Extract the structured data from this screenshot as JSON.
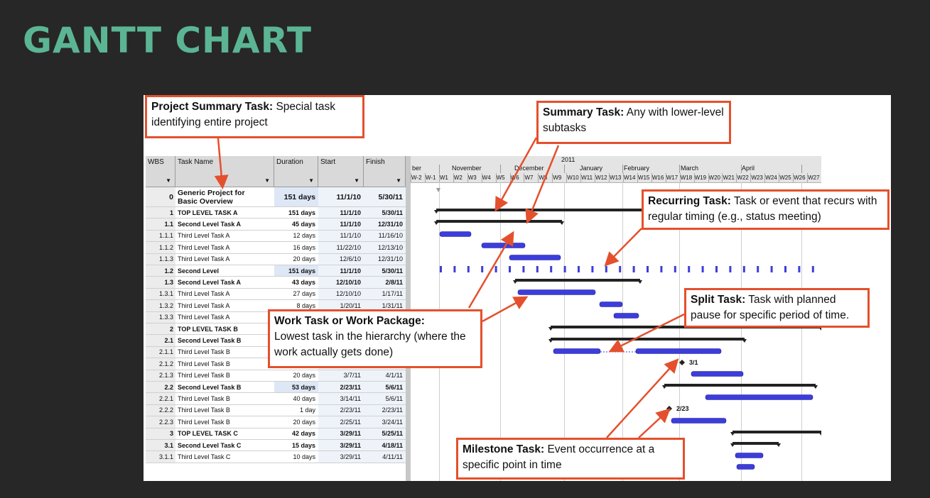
{
  "slide": {
    "title": "GANTT CHART"
  },
  "table": {
    "headers": {
      "wbs": "WBS",
      "name": "Task Name",
      "duration": "Duration",
      "start": "Start",
      "finish": "Finish"
    },
    "rows": [
      {
        "wbs": "0",
        "name": "Generic Project for\nBasic Overview",
        "duration": "151 days",
        "start": "11/1/10",
        "finish": "5/30/11"
      },
      {
        "wbs": "1",
        "name": "TOP LEVEL TASK A",
        "duration": "151 days",
        "start": "11/1/10",
        "finish": "5/30/11"
      },
      {
        "wbs": "1.1",
        "name": "Second Level Task A",
        "duration": "45 days",
        "start": "11/1/10",
        "finish": "12/31/10"
      },
      {
        "wbs": "1.1.1",
        "name": "Third Level Task A",
        "duration": "12 days",
        "start": "11/1/10",
        "finish": "11/16/10"
      },
      {
        "wbs": "1.1.2",
        "name": "Third Level Task A",
        "duration": "16 days",
        "start": "11/22/10",
        "finish": "12/13/10"
      },
      {
        "wbs": "1.1.3",
        "name": "Third Level Task A",
        "duration": "20 days",
        "start": "12/6/10",
        "finish": "12/31/10"
      },
      {
        "wbs": "1.2",
        "name": "Second Level",
        "duration": "151 days",
        "start": "11/1/10",
        "finish": "5/30/11"
      },
      {
        "wbs": "1.3",
        "name": "Second Level Task A",
        "duration": "43 days",
        "start": "12/10/10",
        "finish": "2/8/11"
      },
      {
        "wbs": "1.3.1",
        "name": "Third Level Task A",
        "duration": "27 days",
        "start": "12/10/10",
        "finish": "1/17/11"
      },
      {
        "wbs": "1.3.2",
        "name": "Third Level Task A",
        "duration": "8 days",
        "start": "1/20/11",
        "finish": "1/31/11"
      },
      {
        "wbs": "1.3.3",
        "name": "Third Level Task A",
        "duration": "",
        "start": "",
        "finish": ""
      },
      {
        "wbs": "2",
        "name": "TOP LEVEL TASK B",
        "duration": "",
        "start": "",
        "finish": ""
      },
      {
        "wbs": "2.1",
        "name": "Second Level Task B",
        "duration": "",
        "start": "",
        "finish": ""
      },
      {
        "wbs": "2.1.1",
        "name": "Third Level Task B",
        "duration": "",
        "start": "",
        "finish": ""
      },
      {
        "wbs": "2.1.2",
        "name": "Third Level Task B",
        "duration": "",
        "start": "",
        "finish": ""
      },
      {
        "wbs": "2.1.3",
        "name": "Third Level Task B",
        "duration": "20 days",
        "start": "3/7/11",
        "finish": "4/1/11"
      },
      {
        "wbs": "2.2",
        "name": "Second Level Task B",
        "duration": "53 days",
        "start": "2/23/11",
        "finish": "5/6/11"
      },
      {
        "wbs": "2.2.1",
        "name": "Third Level Task B",
        "duration": "40 days",
        "start": "3/14/11",
        "finish": "5/6/11"
      },
      {
        "wbs": "2.2.2",
        "name": "Third Level Task B",
        "duration": "1 day",
        "start": "2/23/11",
        "finish": "2/23/11"
      },
      {
        "wbs": "2.2.3",
        "name": "Third Level Task B",
        "duration": "20 days",
        "start": "2/25/11",
        "finish": "3/24/11"
      },
      {
        "wbs": "3",
        "name": "TOP LEVEL TASK C",
        "duration": "42 days",
        "start": "3/29/11",
        "finish": "5/25/11"
      },
      {
        "wbs": "3.1",
        "name": "Second Level Task C",
        "duration": "15 days",
        "start": "3/29/11",
        "finish": "4/18/11"
      },
      {
        "wbs": "3.1.1",
        "name": "Third Level Task C",
        "duration": "10 days",
        "start": "3/29/11",
        "finish": "4/11/11"
      }
    ]
  },
  "timeline": {
    "year": "2011",
    "months": [
      "ber",
      "November",
      "December",
      "January",
      "February",
      "March",
      "April"
    ],
    "weeks": [
      "W-2",
      "W-1",
      "W1",
      "W2",
      "W3",
      "W4",
      "W5",
      "W6",
      "W7",
      "W8",
      "W9",
      "W10",
      "W11",
      "W12",
      "W13",
      "W14",
      "W15",
      "W16",
      "W17",
      "W18",
      "W19",
      "W20",
      "W21",
      "W22",
      "W23",
      "W24",
      "W25",
      "W26",
      "W27"
    ]
  },
  "milestones": [
    {
      "label": "3/1"
    },
    {
      "label": "2/23"
    }
  ],
  "callouts": {
    "project_summary": {
      "title": "Project Summary Task:",
      "text": "Special task identifying entire project"
    },
    "summary": {
      "title": "Summary Task:",
      "text": "Any with lower-level subtasks"
    },
    "recurring": {
      "title": "Recurring Task:",
      "text": "Task or event that recurs with regular timing (e.g., status meeting)"
    },
    "split": {
      "title": "Split Task:",
      "text": "Task with planned pause for specific period of time."
    },
    "work": {
      "title": "Work Task or Work Package:",
      "text": "Lowest task in the hierarchy (where the work actually gets done)"
    },
    "milestone": {
      "title": "Milestone Task:",
      "text": "Event occurrence at a specific point in time"
    }
  },
  "colors": {
    "title": "#5bb594",
    "callout_border": "#e4502d",
    "bar_blue": "#3d3ddb",
    "summary_bar": "#222222"
  }
}
